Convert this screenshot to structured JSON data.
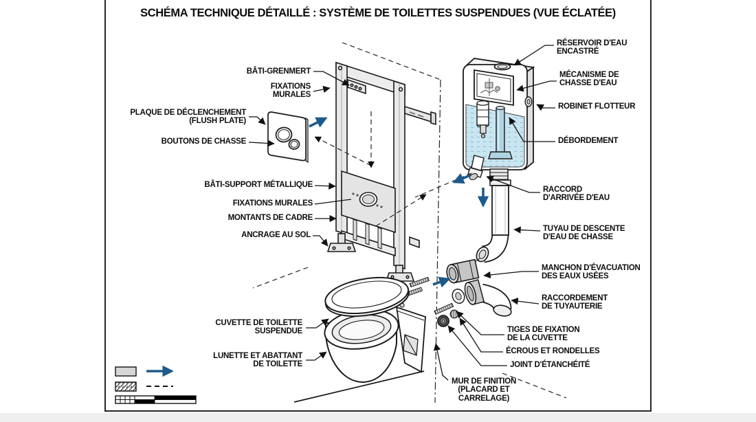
{
  "title": "SCHÉMA TECHNIQUE DÉTAILLÉ : SYSTÈME DE TOILETTES SUSPENDUES (VUE ÉCLATÉE)",
  "labels": {
    "bati_grenmert": "BÂTI-GRENMERT",
    "fixations_murales_haut": "FIXATIONS\nMURALES",
    "plaque_declenchement": "PLAQUE DE DÉCLENCHEMENT\n(FLUSH PLATE)",
    "boutons_chasse": "BOUTONS DE CHASSE",
    "bati_support": "BÂTI-SUPPORT MÉTALLIQUE",
    "fixations_murales_milieu": "FIXATIONS MURALES",
    "montants_cadre": "MONTANTS DE CADRE",
    "ancrage_sol": "ANCRAGE AU SOL",
    "cuvette": "CUVETTE DE TOILETTE\nSUSPENDUE",
    "lunette": "LUNETTE ET ABATTANT\nDE TOILETTE",
    "reservoir": "RÉSERVOIR D'EAU\nENCASTRÉ",
    "mecanisme": "MÉCANISME DE\nCHASSE D'EAU",
    "robinet_flotteur": "ROBINET FLOTTEUR",
    "debordement": "DÉBORDEMENT",
    "raccord_arrivee": "RACCORD\nD'ARRIVÉE D'EAU",
    "tuyau_descente": "TUYAU DE DESCENTE\nD'EAU DE CHASSE",
    "manchon": "MANCHON D'ÉVACUATION\nDES EAUX USÉES",
    "raccordement": "RACCORDEMENT\nDE TUYAUTERIE",
    "tiges_fixation": "TIGES DE FIXATION\nDE LA CUVETTE",
    "ecrous_rondelles": "ÉCROUS ET RONDELLES",
    "joint_etancheite": "JOINT D'ÉTANCHÉITÉ",
    "mur_finition": "MUR DE FINITION\n(PLACARD ET CARRELAGE)"
  },
  "icons": {
    "legend_solid": "solid-material-swatch",
    "legend_hatched": "hatched-material-swatch",
    "legend_scale": "scale-bar",
    "flow_arrow": "blue-flow-arrow"
  },
  "colors": {
    "water": "#c9e5f0",
    "water_texture": "#86bfd6",
    "arrow_blue": "#1d5a8c",
    "line": "#1a1a1a",
    "metal_light": "#e9e9e9",
    "paper": "#ffffff"
  }
}
